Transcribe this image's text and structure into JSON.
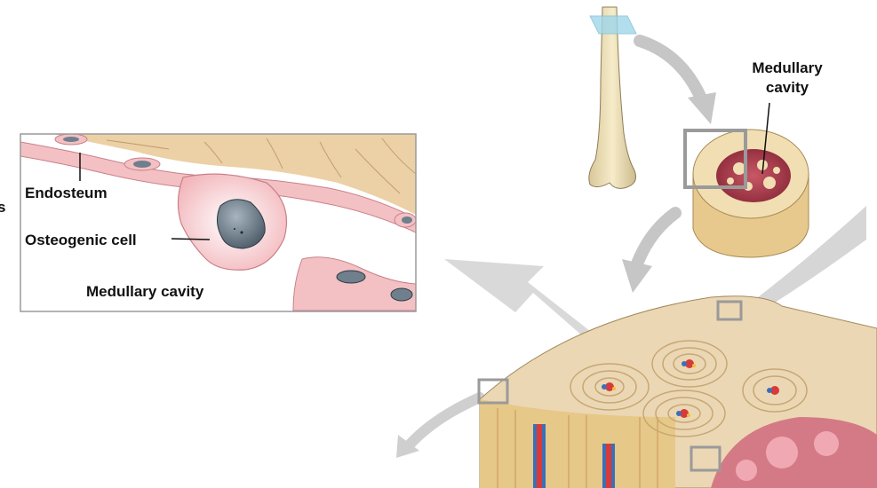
{
  "labels": {
    "endosteum": "Endosteum",
    "osteogenic_cell": "Osteogenic cell",
    "medullary_cavity_inset": "Medullary cavity",
    "medullary_cavity_top_line1": "Medullary",
    "medullary_cavity_top_line2": "cavity",
    "edge_fragment": "s"
  },
  "colors": {
    "bone_matrix": "#ecd0a6",
    "bone_shaft": "#efe2b8",
    "endosteal_pink": "#f3c1c4",
    "nucleus": "#6f7f8c",
    "marrow": "#a23848",
    "arrow_gray": "#c9c9c9",
    "zoom_box": "#9a9a9a",
    "plane_blue": "#9fd6ea"
  }
}
